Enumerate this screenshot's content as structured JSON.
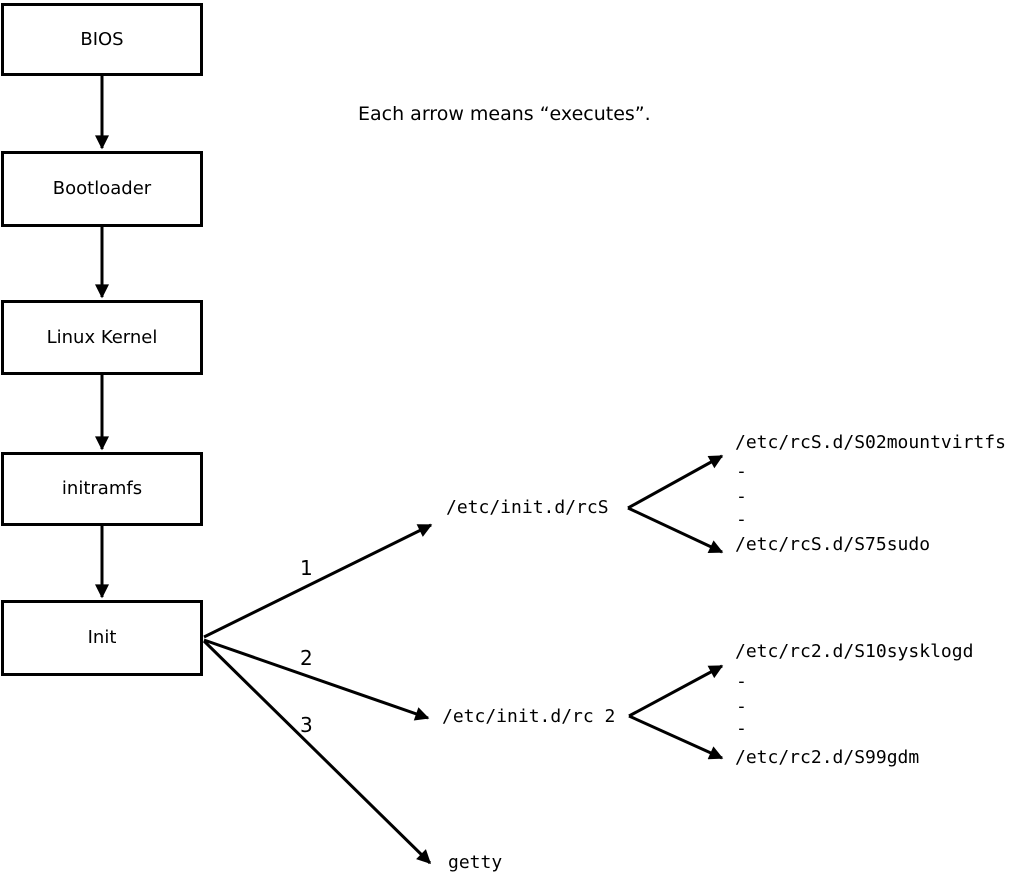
{
  "caption": "Each arrow means “executes”.",
  "chain": [
    {
      "label": "BIOS"
    },
    {
      "label": "Bootloader"
    },
    {
      "label": "Linux Kernel"
    },
    {
      "label": "initramfs"
    },
    {
      "label": "Init"
    }
  ],
  "init_arrows": [
    {
      "number": "1",
      "target": "/etc/init.d/rcS"
    },
    {
      "number": "2",
      "target": "/etc/init.d/rc 2"
    },
    {
      "number": "3",
      "target": "getty"
    }
  ],
  "rcS_fork": {
    "first_script": "/etc/rcS.d/S02mountvirtfs",
    "ellipsis": [
      "-",
      "-",
      "-"
    ],
    "last_script": "/etc/rcS.d/S75sudo"
  },
  "rc2_fork": {
    "first_script": "/etc/rc2.d/S10sysklogd",
    "ellipsis": [
      "-",
      "-",
      "-"
    ],
    "last_script": "/etc/rc2.d/S99gdm"
  },
  "colors": {
    "line": "#000000",
    "background": "#ffffff"
  }
}
